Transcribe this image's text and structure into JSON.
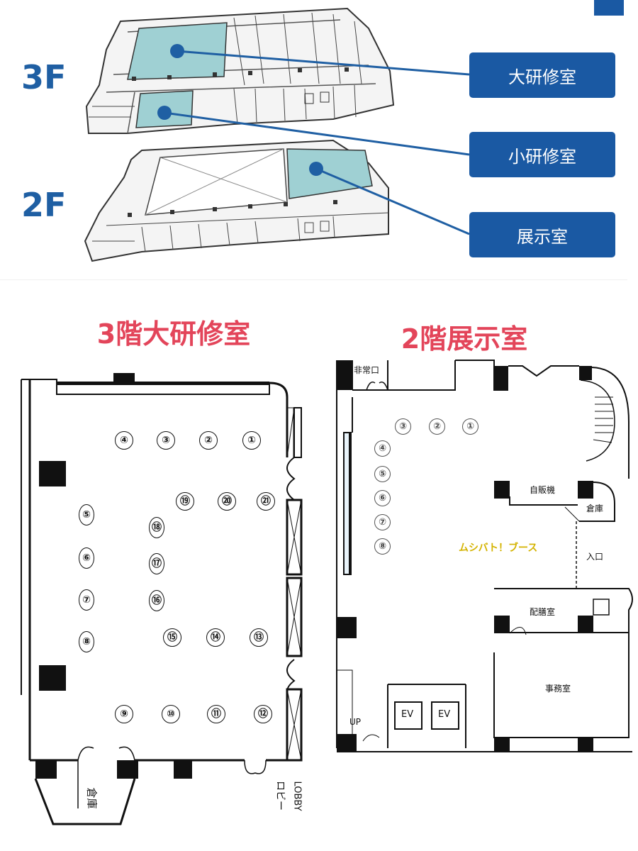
{
  "top": {
    "floor_3f": "3F",
    "floor_2f": "2F",
    "buttons": {
      "large_training_room": "大研修室",
      "small_training_room": "小研修室",
      "exhibition_room": "展示室"
    },
    "colors": {
      "room_fill": "#9fd0d3",
      "button": "#1a59a3",
      "floor_label": "#1f5fa3",
      "line": "#1f5fa3"
    }
  },
  "left_plan": {
    "title": "3階大研修室",
    "markers": [
      "①",
      "②",
      "③",
      "④",
      "⑤",
      "⑥",
      "⑦",
      "⑧",
      "⑨",
      "⑩",
      "⑪",
      "⑫",
      "⑬",
      "⑭",
      "⑮",
      "⑯",
      "⑰",
      "⑱",
      "⑲",
      "⑳",
      "㉑"
    ],
    "storage": "倉庫",
    "lobby_jp": "ロビー",
    "lobby_en": "LOBBY"
  },
  "right_plan": {
    "title": "2階展示室",
    "markers": [
      "①",
      "②",
      "③",
      "④",
      "⑤",
      "⑥",
      "⑦",
      "⑧"
    ],
    "emergency_exit": "非常口",
    "vending": "自販機",
    "storage": "倉庫",
    "entrance": "入口",
    "booth": "ムシバト！ブース",
    "switchboard": "配膳室",
    "office": "事務室",
    "ev1": "EV",
    "ev2": "EV",
    "up": "UP",
    "title_color": "#e3455a",
    "booth_color": "#d4b300"
  }
}
